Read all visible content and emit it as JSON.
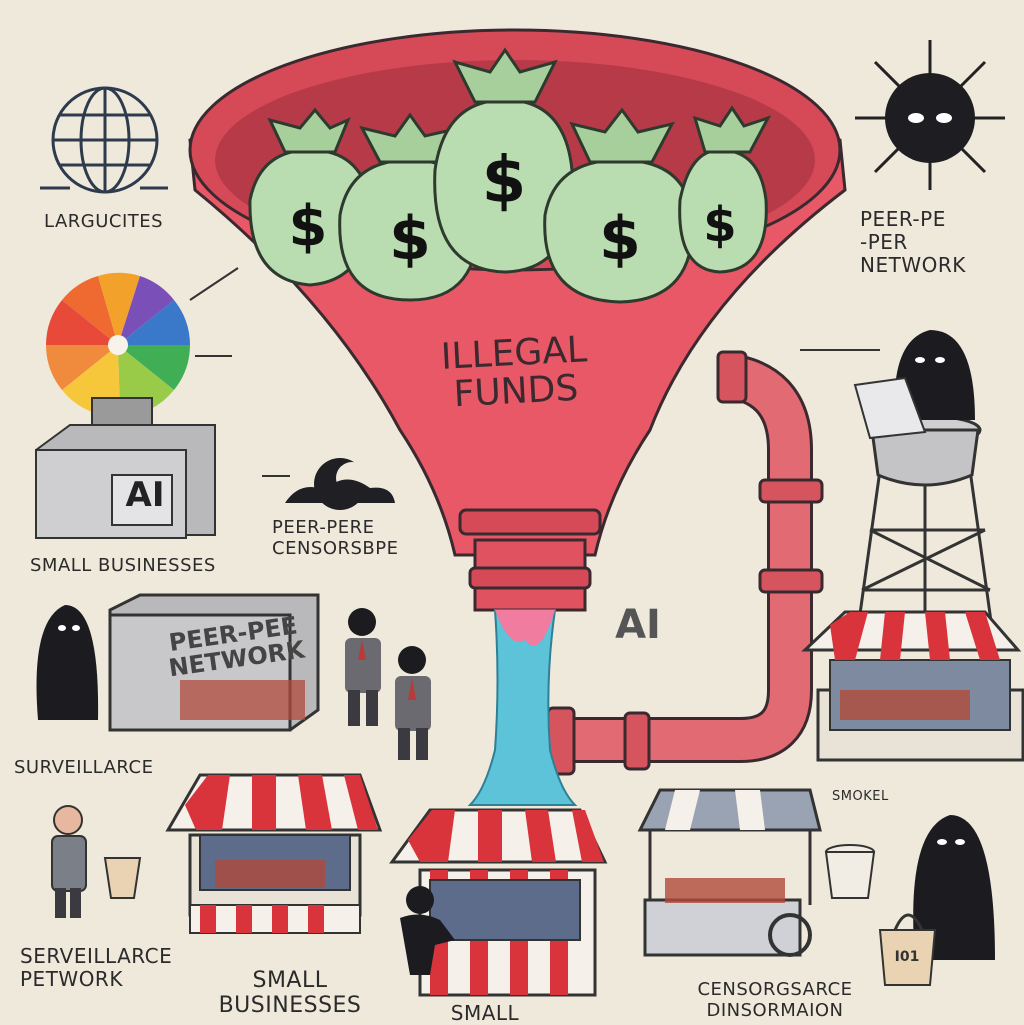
{
  "funnel": {
    "label": "ILLEGAL\nFUNDS",
    "currency_symbol": "$"
  },
  "labels": {
    "top_left": "LARGUCITES",
    "top_right": "PEER-PE\n-PER\nNETWORK",
    "left_mid": "SMALL BUSINESSES",
    "center_mid": "PEER-PERE\nCENSORSBPE",
    "left_low": "SURVEILLARCE",
    "bottom_left": "SERVEILLARCE\nPETWORK",
    "bottom_center_left": "SMALL\nBUSINESSES",
    "bottom_center": "SMALL",
    "bottom_right": "CENSORGSARCE\nDINSORMAION",
    "right_low": "SMOKEL"
  },
  "signs": {
    "ai_box": "AI",
    "ai_float": "AI",
    "network_box": "PEER-PEE\nNETWORK",
    "bag_tag": "I01"
  },
  "colors": {
    "background": "#efe9dc",
    "funnel": "#e85866",
    "money_bag": "#b9dcb0",
    "pipe": "#e26a72",
    "awning_red": "#d9333b",
    "water": "#5cc3d8"
  }
}
